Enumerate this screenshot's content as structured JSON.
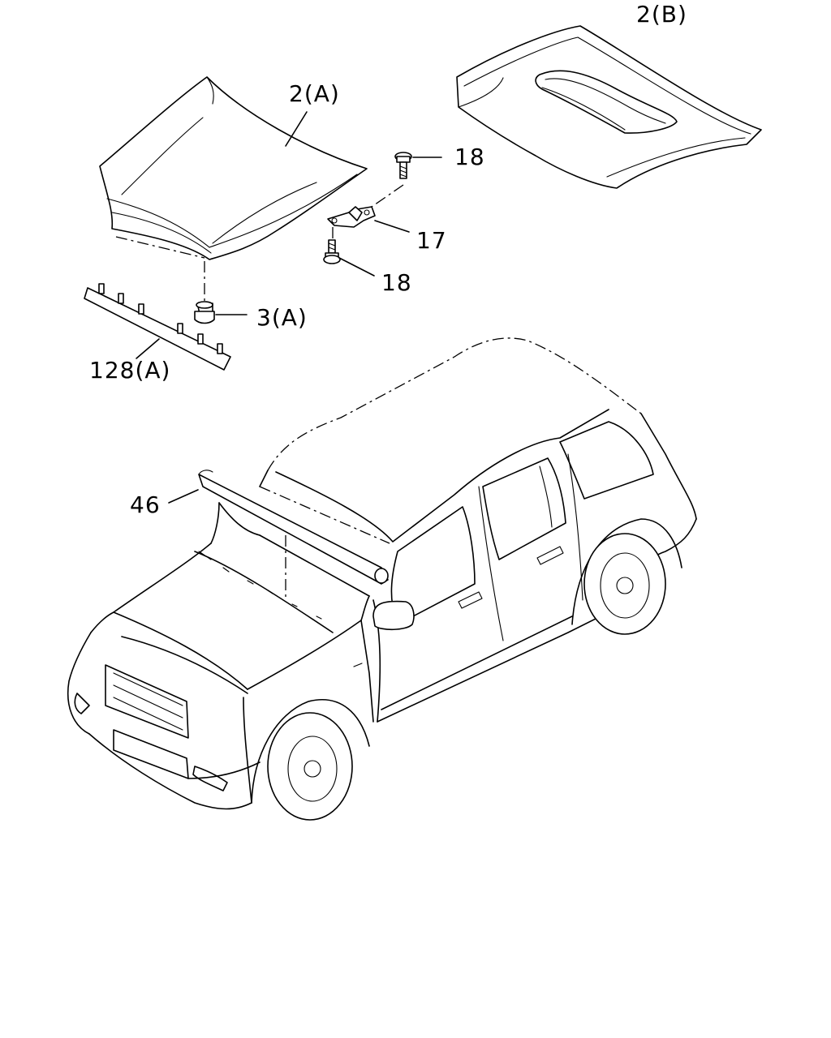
{
  "callouts": {
    "hood_a": "2(A)",
    "hood_b": "2(B)",
    "bolt_upper": "18",
    "hinge": "17",
    "bolt_lower": "18",
    "bumper": "3(A)",
    "seal_strip": "128(A)",
    "cowl_cover": "46"
  }
}
